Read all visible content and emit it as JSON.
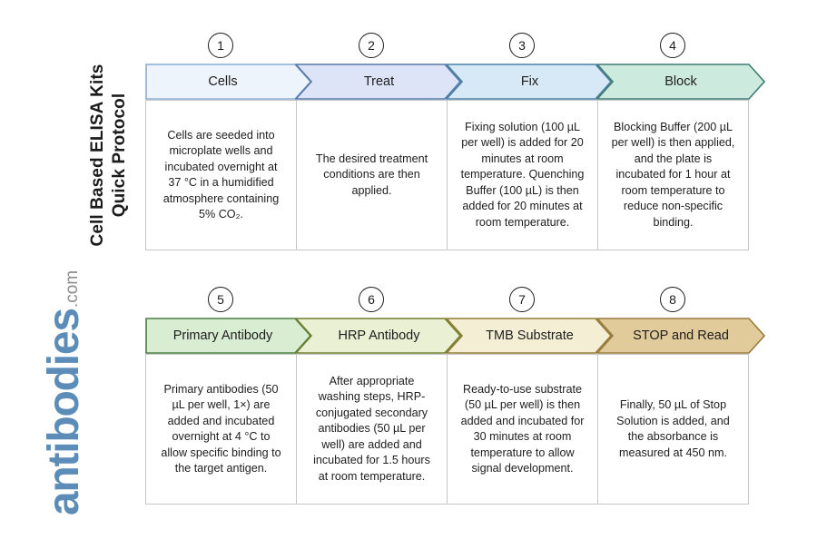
{
  "title": {
    "line1": "Cell Based ELISA Kits",
    "line2": "Quick Protocol"
  },
  "logo": {
    "word": "antibodies",
    "tld": ".com",
    "word_color": "#5b8db8",
    "tld_color": "#8d8d8d"
  },
  "rows": [
    {
      "steps": [
        {
          "number": "1",
          "label": "Cells",
          "fill": "#eef4fb",
          "stroke": "#8aacce",
          "body": "Cells are seeded into microplate wells and incubated overnight at 37 °C in a humidified atmosphere containing 5% CO₂."
        },
        {
          "number": "2",
          "label": "Treat",
          "fill": "#dde4f7",
          "stroke": "#5578a8",
          "body": "The desired treatment conditions are then applied."
        },
        {
          "number": "3",
          "label": "Fix",
          "fill": "#d7e8f6",
          "stroke": "#4a7fa5",
          "body": "Fixing solution (100 µL per well) is added for 20 minutes at room temperature. Quenching Buffer (100 µL) is then added for 20 minutes at room temperature."
        },
        {
          "number": "4",
          "label": "Block",
          "fill": "#cdeade",
          "stroke": "#3f7a70",
          "body": "Blocking Buffer (200 µL per well) is then applied, and the plate is incubated for 1 hour at room temperature to reduce non-specific binding."
        }
      ]
    },
    {
      "steps": [
        {
          "number": "5",
          "label": "Primary Antibody",
          "fill": "#d9edd2",
          "stroke": "#4a7c3f",
          "body": "Primary antibodies (50 µL per well, 1×) are added and incubated overnight at 4 °C to allow specific binding to the target antigen."
        },
        {
          "number": "6",
          "label": "HRP Antibody",
          "fill": "#e9f0d3",
          "stroke": "#6f7f2b",
          "body": "After appropriate washing steps, HRP-conjugated secondary antibodies (50 µL per well) are added and incubated for 1.5 hours at room temperature."
        },
        {
          "number": "7",
          "label": "TMB Substrate",
          "fill": "#f3eed4",
          "stroke": "#917b35",
          "body": "Ready-to-use substrate (50 µL per well) is then added and incubated for 30 minutes at room temperature to allow signal development."
        },
        {
          "number": "8",
          "label": "STOP and Read",
          "fill": "#e2cb9a",
          "stroke": "#9a7b3c",
          "body": "Finally, 50 µL of Stop Solution is added, and the absorbance is measured at 450 nm."
        }
      ]
    }
  ]
}
